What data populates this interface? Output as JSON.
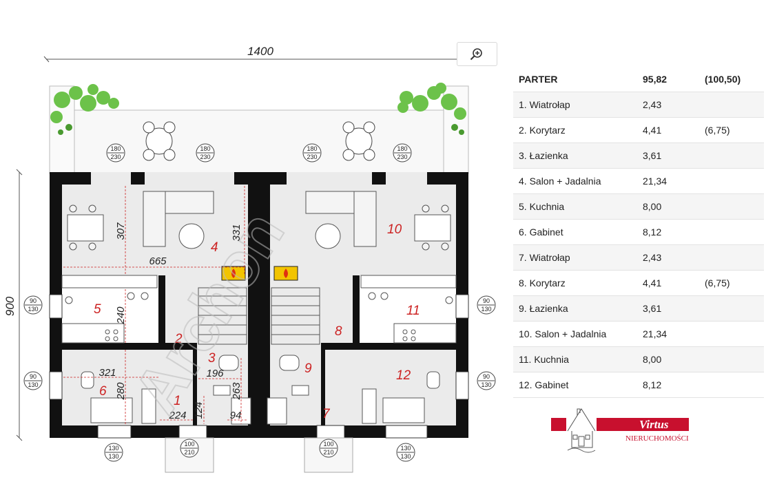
{
  "plan": {
    "width_dim": "1400",
    "height_dim": "900",
    "watermark": "Archon",
    "rooms": [
      "1",
      "2",
      "3",
      "4",
      "5",
      "6",
      "7",
      "8",
      "9",
      "10",
      "11",
      "12"
    ],
    "dims": {
      "d307": "307",
      "d331": "331",
      "d665": "665",
      "d240": "240",
      "d196": "196",
      "d263": "263",
      "d321": "321",
      "d280": "280",
      "d224": "224",
      "d124": "124",
      "d94": "94"
    },
    "windows": {
      "w180a": [
        "180",
        "230"
      ],
      "w180b": [
        "180",
        "230"
      ],
      "w180c": [
        "180",
        "230"
      ],
      "w180d": [
        "180",
        "230"
      ],
      "w90a": [
        "90",
        "130"
      ],
      "w90b": [
        "90",
        "130"
      ],
      "w90c": [
        "90",
        "130"
      ],
      "w90d": [
        "90",
        "130"
      ],
      "w130a": [
        "130",
        "130"
      ],
      "w130b": [
        "130",
        "130"
      ],
      "w100a": [
        "100",
        "210"
      ],
      "w100b": [
        "100",
        "210"
      ]
    }
  },
  "zoom": {
    "icon": "zoom-in-icon"
  },
  "areas": {
    "header": {
      "name": "PARTER",
      "area": "95,82",
      "extra": "(100,50)"
    },
    "rows": [
      {
        "name": "1. Wiatrołap",
        "area": "2,43",
        "extra": ""
      },
      {
        "name": "2. Korytarz",
        "area": "4,41",
        "extra": "(6,75)"
      },
      {
        "name": "3. Łazienka",
        "area": "3,61",
        "extra": ""
      },
      {
        "name": "4. Salon + Jadalnia",
        "area": "21,34",
        "extra": ""
      },
      {
        "name": "5. Kuchnia",
        "area": "8,00",
        "extra": ""
      },
      {
        "name": "6. Gabinet",
        "area": "8,12",
        "extra": ""
      },
      {
        "name": "7. Wiatrołap",
        "area": "2,43",
        "extra": ""
      },
      {
        "name": "8. Korytarz",
        "area": "4,41",
        "extra": "(6,75)"
      },
      {
        "name": "9. Łazienka",
        "area": "3,61",
        "extra": ""
      },
      {
        "name": "10. Salon + Jadalnia",
        "area": "21,34",
        "extra": ""
      },
      {
        "name": "11. Kuchnia",
        "area": "8,00",
        "extra": ""
      },
      {
        "name": "12. Gabinet",
        "area": "8,12",
        "extra": ""
      }
    ]
  },
  "logo": {
    "title": "Virtus",
    "subtitle": "NIERUCHOMOŚCI"
  },
  "colors": {
    "room_number": "#cc2222",
    "wall": "#111111",
    "floor": "#ebebeb",
    "logo_red": "#c8102e",
    "plant": "#6cc24a"
  }
}
